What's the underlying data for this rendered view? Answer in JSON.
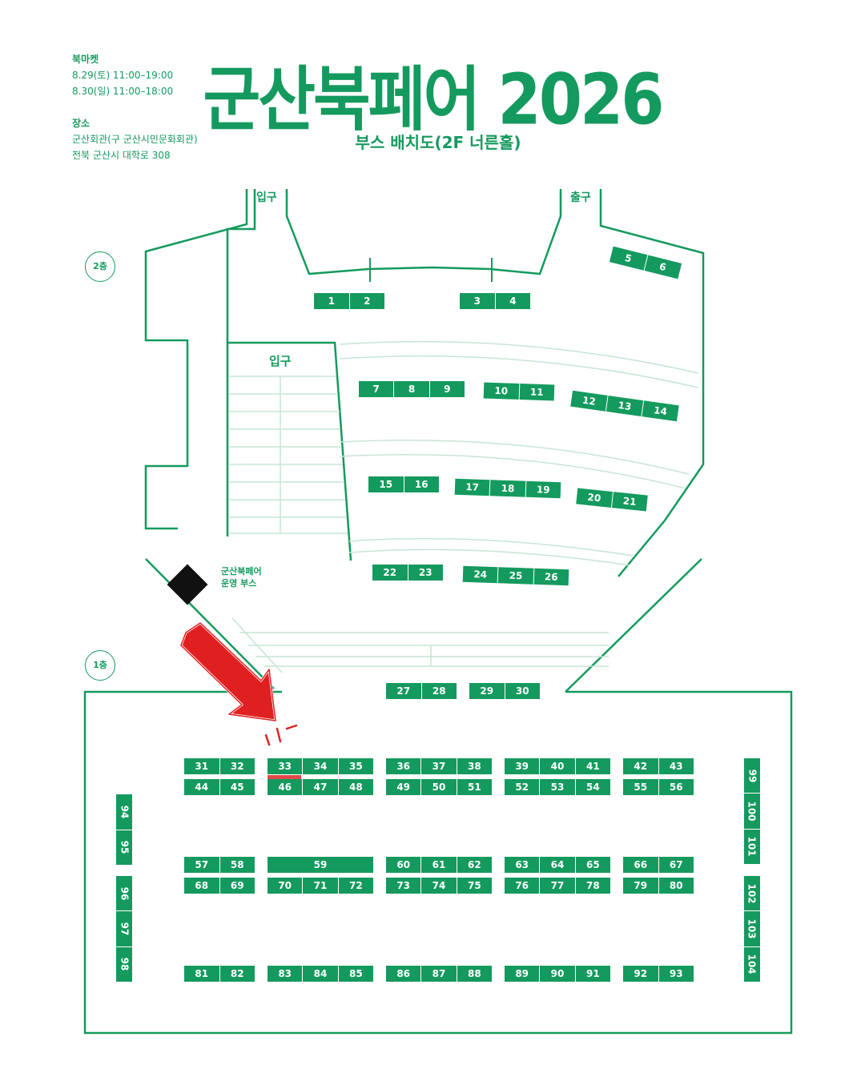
{
  "info": {
    "market_heading": "북마켓",
    "dates": [
      "8.29(토) 11:00–19:00",
      "8.30(일) 11:00–18:00"
    ],
    "venue_heading": "장소",
    "venue_lines": [
      "군산회관(구 군산시민문화회관)",
      "전북 군산시 대학로 308"
    ]
  },
  "title": "군산북페어 2026",
  "subtitle": "부스 배치도(2F 너른홀)",
  "labels": {
    "entrance_top": "입구",
    "exit_top": "출구",
    "entrance_inner": "입구",
    "op_booth": "군산북페어",
    "op_booth2": "운영 부스",
    "floor2": "2층",
    "floor1": "1층"
  },
  "booths": {
    "g1": [
      "1",
      "2"
    ],
    "g2": [
      "3",
      "4"
    ],
    "g3": [
      "5",
      "6"
    ],
    "g4": [
      "7",
      "8",
      "9"
    ],
    "g5": [
      "10",
      "11"
    ],
    "g6": [
      "12",
      "13",
      "14"
    ],
    "g7": [
      "15",
      "16"
    ],
    "g8": [
      "17",
      "18",
      "19"
    ],
    "g9": [
      "20",
      "21"
    ],
    "g10": [
      "22",
      "23"
    ],
    "g11": [
      "24",
      "25",
      "26"
    ],
    "g12": [
      "27",
      "28"
    ],
    "g13": [
      "29",
      "30"
    ],
    "r1a": [
      "31",
      "32"
    ],
    "r1b": [
      "33",
      "34",
      "35"
    ],
    "r1c": [
      "36",
      "37",
      "38"
    ],
    "r1d": [
      "39",
      "40",
      "41"
    ],
    "r1e": [
      "42",
      "43"
    ],
    "r2a": [
      "44",
      "45"
    ],
    "r2b": [
      "46",
      "47",
      "48"
    ],
    "r2c": [
      "49",
      "50",
      "51"
    ],
    "r2d": [
      "52",
      "53",
      "54"
    ],
    "r2e": [
      "55",
      "56"
    ],
    "r3a": [
      "57",
      "58"
    ],
    "r3b": [
      "59"
    ],
    "r3c": [
      "60",
      "61",
      "62"
    ],
    "r3d": [
      "63",
      "64",
      "65"
    ],
    "r3e": [
      "66",
      "67"
    ],
    "r4a": [
      "68",
      "69"
    ],
    "r4b": [
      "70",
      "71",
      "72"
    ],
    "r4c": [
      "73",
      "74",
      "75"
    ],
    "r4d": [
      "76",
      "77",
      "78"
    ],
    "r4e": [
      "79",
      "80"
    ],
    "r5a": [
      "81",
      "82"
    ],
    "r5b": [
      "83",
      "84",
      "85"
    ],
    "r5c": [
      "86",
      "87",
      "88"
    ],
    "r5d": [
      "89",
      "90",
      "91"
    ],
    "r5e": [
      "92",
      "93"
    ],
    "v1": [
      "94",
      "95"
    ],
    "v2": [
      "96",
      "97",
      "98"
    ],
    "v3": [
      "99",
      "100",
      "101"
    ],
    "v4": [
      "102",
      "103",
      "104"
    ]
  },
  "colors": {
    "accent": "#149a5e",
    "highlight": "#e24a4a",
    "arrow": "#e02020"
  },
  "highlighted_booth": "33"
}
